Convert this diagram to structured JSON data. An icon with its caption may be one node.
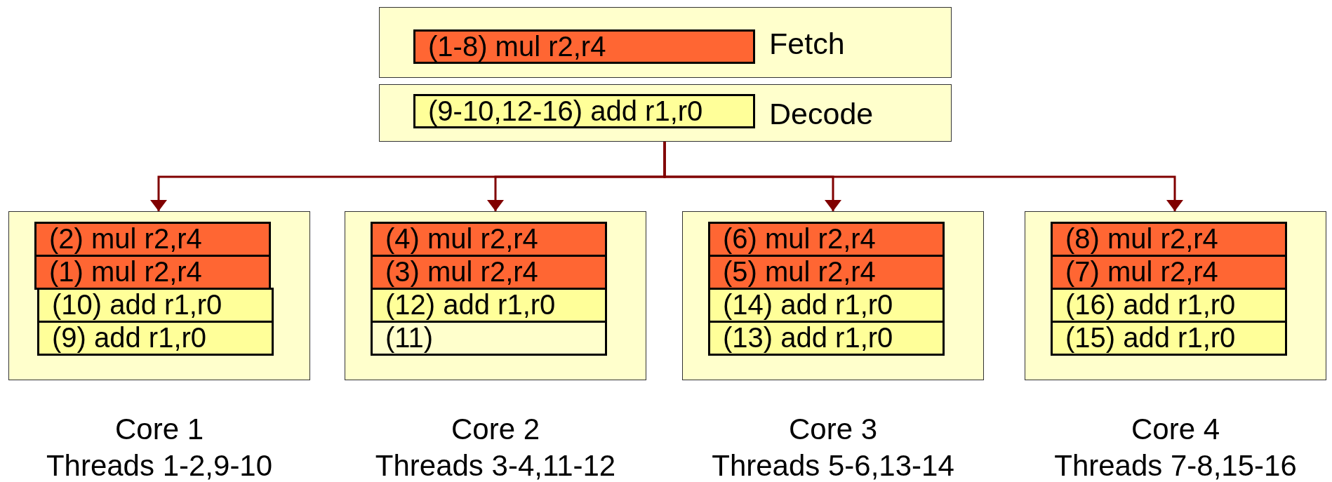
{
  "diagram": {
    "nodes": [
      {
        "text": [
          "Fetch"
        ]
      },
      {
        "text": [
          "(1-8) mul r2,r4"
        ],
        "in": 0
      },
      {
        "text": [
          "Decode"
        ]
      },
      {
        "text": [
          "(9-10,12-16) add r1,r0"
        ],
        "in": 2
      },
      {
        "text": [],
        "shape": "box",
        "beside": [
          "Core 1",
          "Threads 1-2,9-10"
        ]
      },
      {
        "text": [
          "(2) mul r2,r4"
        ],
        "in": 4
      },
      {
        "text": [
          "(1) mul r2,r4"
        ],
        "in": 4
      },
      {
        "text": [
          "(10) add r1,r0"
        ],
        "in": 4
      },
      {
        "text": [
          "(9) add r1,r0"
        ],
        "in": 4
      },
      {
        "text": [],
        "shape": "box",
        "beside": [
          "Core 2",
          "Threads 3-4,11-12"
        ]
      },
      {
        "text": [
          "(4) mul r2,r4"
        ],
        "in": 9
      },
      {
        "text": [
          "(3) mul r2,r4"
        ],
        "in": 9
      },
      {
        "text": [
          "(12) add r1,r0"
        ],
        "in": 9
      },
      {
        "text": [
          "(11)"
        ],
        "in": 9
      },
      {
        "text": [],
        "shape": "box",
        "beside": [
          "Core 3",
          "Threads 5-6,13-14"
        ]
      },
      {
        "text": [
          "(6) mul r2,r4"
        ],
        "in": 14
      },
      {
        "text": [
          "(5) mul r2,r4"
        ],
        "in": 14
      },
      {
        "text": [
          "(14) add r1,r0"
        ],
        "in": 14
      },
      {
        "text": [
          "(13) add r1,r0"
        ],
        "in": 14
      },
      {
        "text": [],
        "shape": "box",
        "beside": [
          "Core 4",
          "Threads 7-8,15-16"
        ]
      },
      {
        "text": [
          "(8) mul r2,r4"
        ],
        "in": 19
      },
      {
        "text": [
          "(7) mul r2,r4"
        ],
        "in": 19
      },
      {
        "text": [
          "(16) add r1,r0"
        ],
        "in": 19
      },
      {
        "text": [
          "(15) add r1,r0"
        ],
        "in": 19
      }
    ],
    "edges": [
      {
        "from": 2,
        "to": 4,
        "arrow": "to"
      },
      {
        "from": 2,
        "to": 9,
        "arrow": "to"
      },
      {
        "from": 2,
        "to": 14,
        "arrow": "to"
      },
      {
        "from": 2,
        "to": 19,
        "arrow": "to"
      }
    ]
  }
}
